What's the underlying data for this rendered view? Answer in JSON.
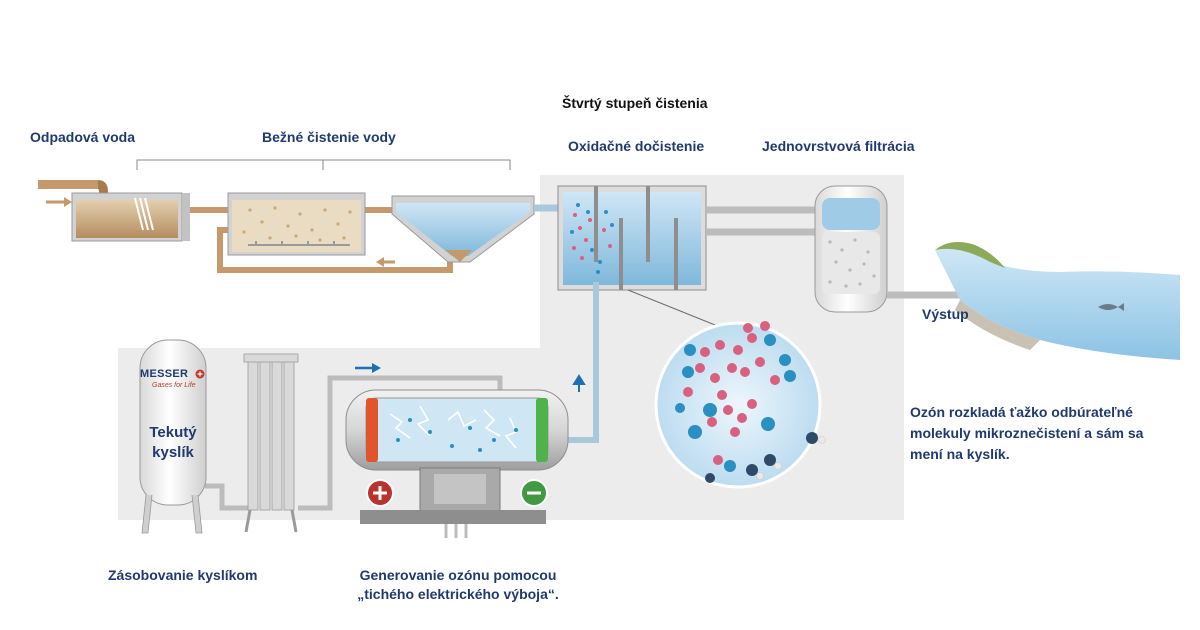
{
  "labels": {
    "wastewater": "Odpadová voda",
    "conventional": "Bežné čistenie vody",
    "fourth_stage": "Štvrtý stupeň čistenia",
    "oxidative": "Oxidačné dočistenie",
    "filtration": "Jednovrstvová filtrácia",
    "output": "Výstup",
    "liquid_oxygen_line1": "Tekutý",
    "liquid_oxygen_line2": "kyslík",
    "oxygen_supply": "Zásobovanie kyslíkom",
    "ozone_gen_line1": "Generovanie ozónu pomocou",
    "ozone_gen_line2": "„tichého elektrického výboja“.",
    "ozone_note": "Ozón rozkladá ťažko odbúrateľné molekuly mikroznečistení a sám sa mení na kyslík."
  },
  "brand": {
    "name": "MESSER",
    "tagline": "Gases for Life"
  },
  "colors": {
    "label_blue": "#1f3a6e",
    "pipe_blue": "#a9c8dc",
    "pipe_brown": "#b88d5e",
    "panel_gray": "#ececec",
    "molecule_pink": "#d9607f",
    "molecule_blue": "#2a8fc1",
    "molecule_dark": "#2f4a68",
    "terminal_red": "#b8332d",
    "terminal_green": "#3f9a42"
  },
  "icons": {
    "plus": "plus-icon",
    "minus": "minus-icon",
    "flow_arrow": "arrow-right-icon"
  }
}
